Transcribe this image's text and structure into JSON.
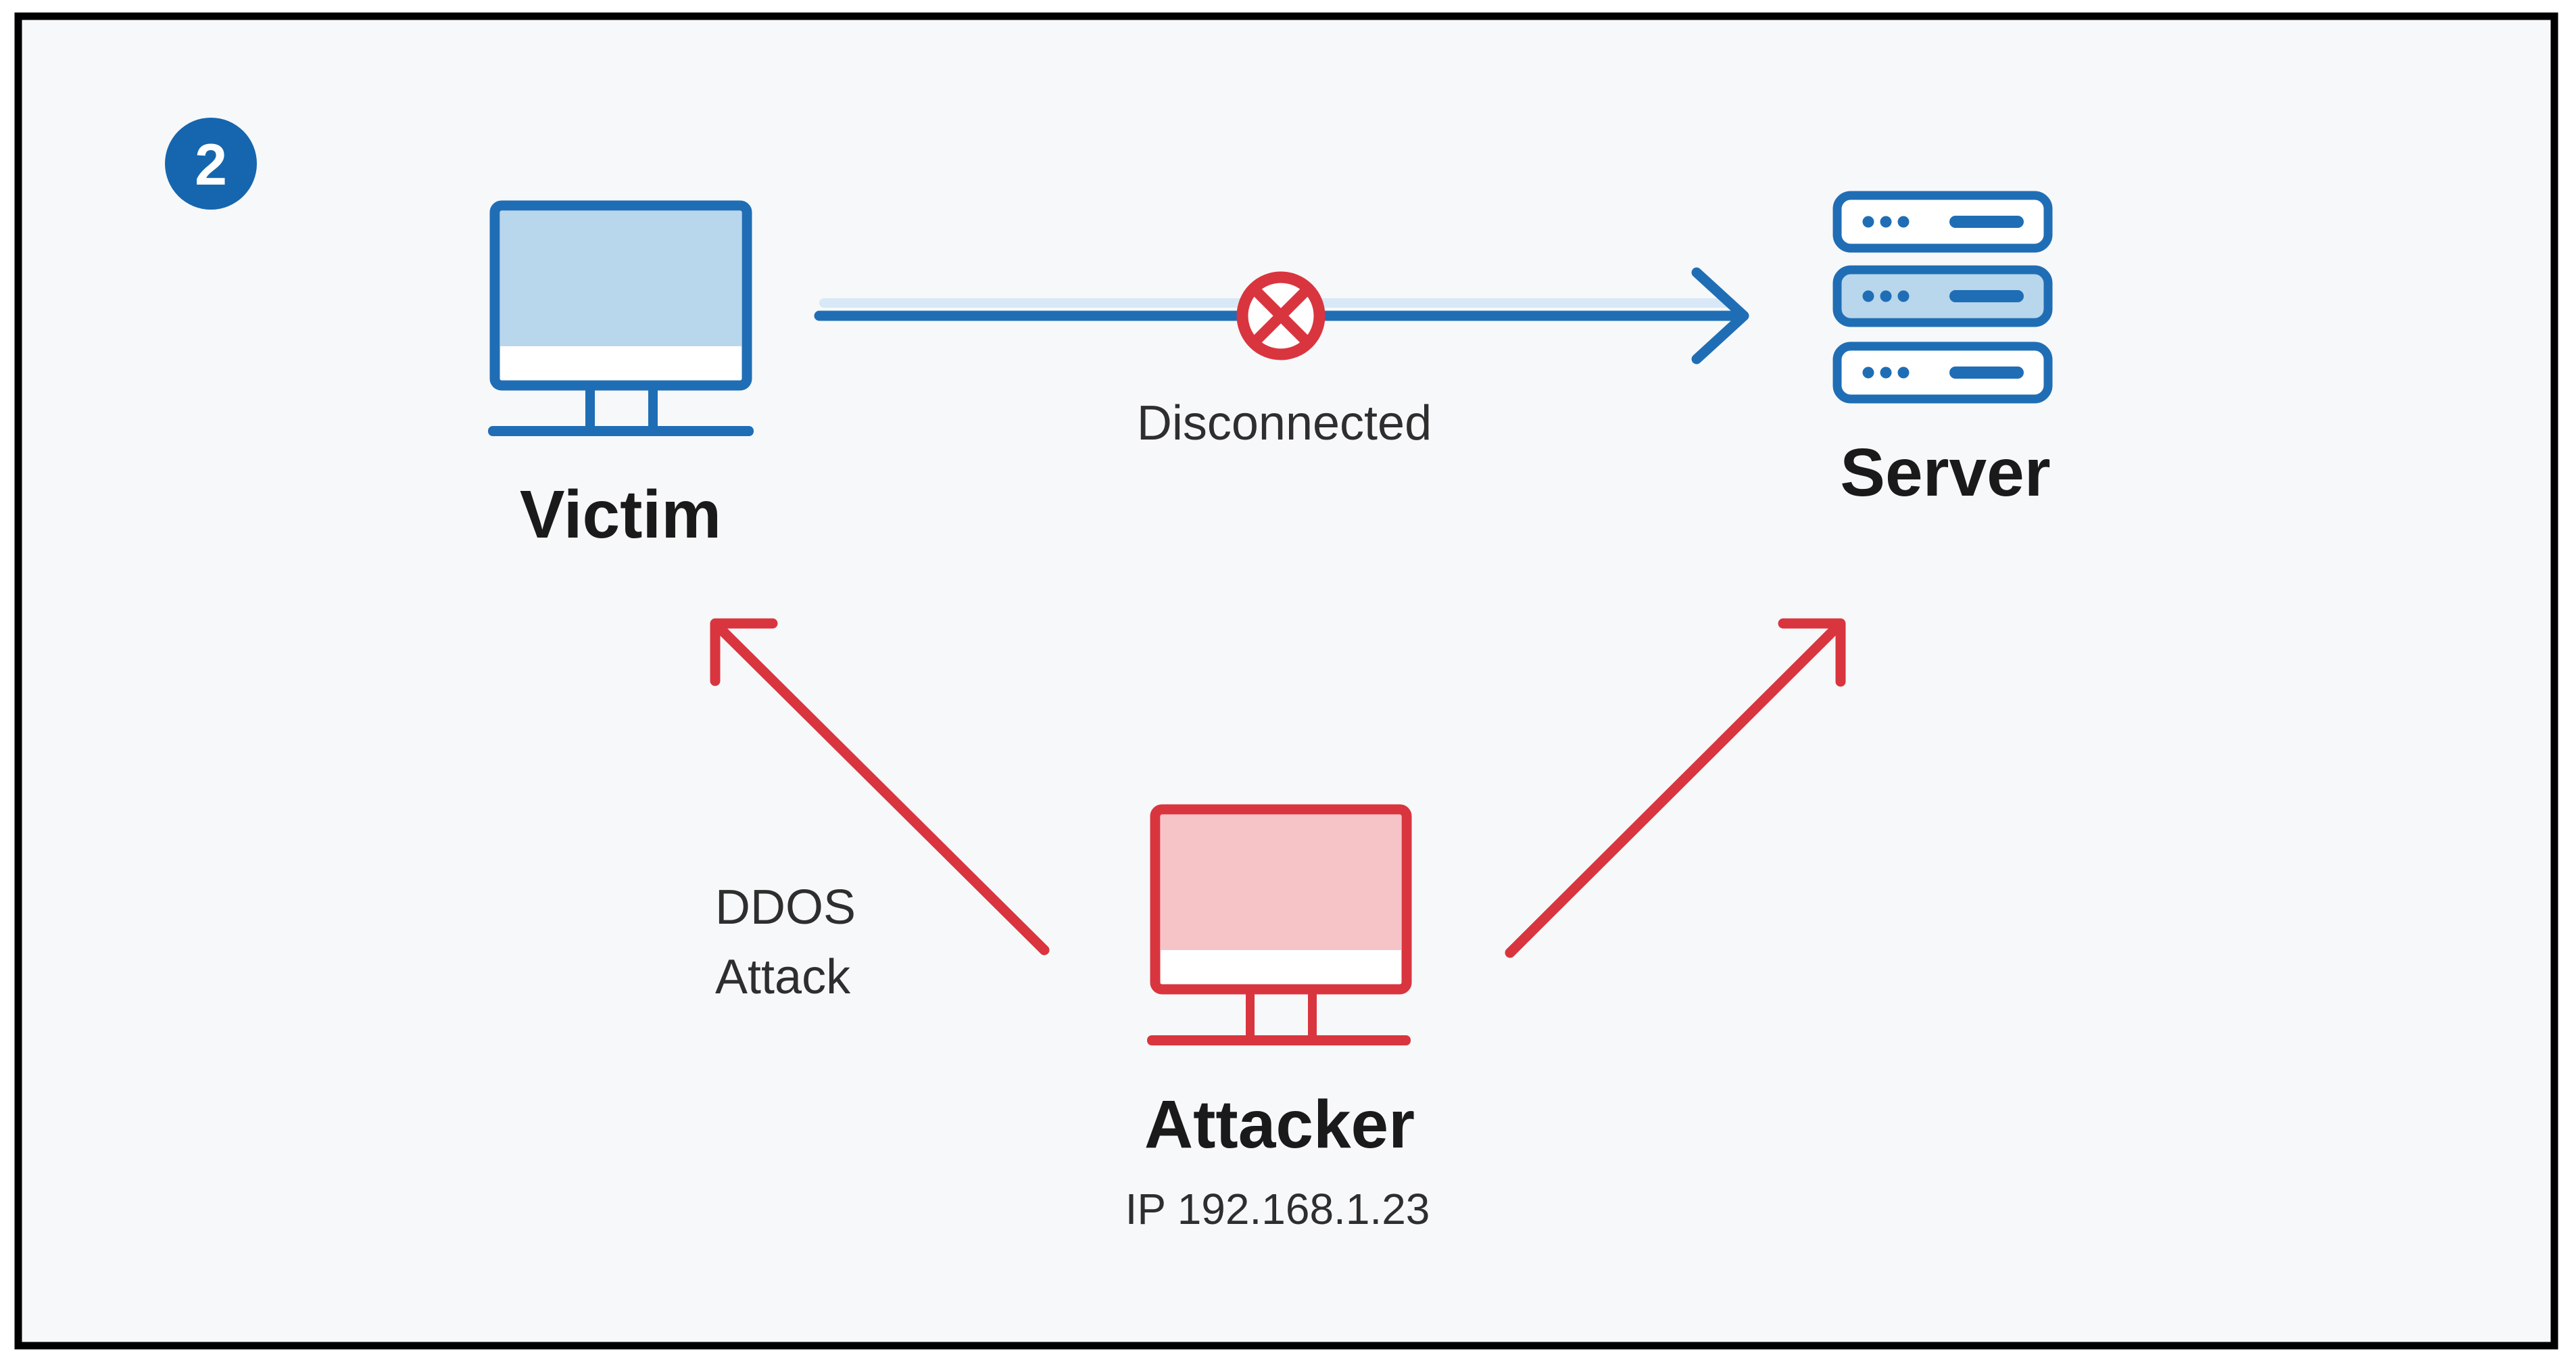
{
  "colors": {
    "blue": "#1f6eb5",
    "light_blue": "#b8d6ec",
    "halo_blue": "#d9e8f6",
    "badge_blue": "#1566ae",
    "red": "#d9353f",
    "pink": "#f6c3c7",
    "canvas_bg": "#f7f8fa",
    "canvas_border": "#000000",
    "text_dark": "#1a1a1a",
    "text_gray": "#2e2e2e"
  },
  "diagram": {
    "step_badge": "2",
    "nodes": {
      "victim": {
        "label": "Victim",
        "icon": "desktop-computer-icon"
      },
      "server": {
        "label": "Server",
        "icon": "server-stack-icon"
      },
      "attacker": {
        "label": "Attacker",
        "ip": "IP 192.168.1.23",
        "icon": "desktop-computer-icon"
      }
    },
    "edges": {
      "victim_server": {
        "label": "Disconnected",
        "status_icon": "blocked-x-circle-icon"
      },
      "attacker_victim": {
        "label_line1": "DDOS",
        "label_line2": "Attack"
      },
      "attacker_server": {}
    }
  }
}
